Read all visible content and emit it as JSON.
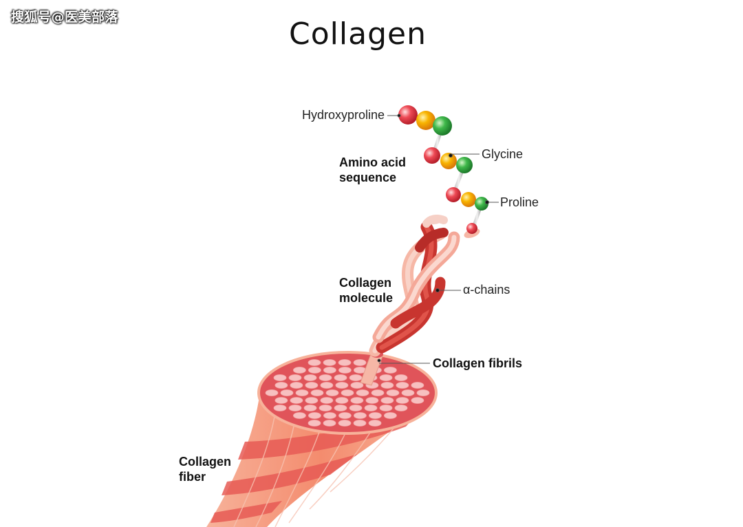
{
  "watermark": "搜狐号@医美部落",
  "title": "Collagen",
  "labels": {
    "hydroxyproline": "Hydroxyproline",
    "glycine": "Glycine",
    "proline": "Proline",
    "amino_acid_sequence": [
      "Amino acid",
      "sequence"
    ],
    "alpha_chains": "α-chains",
    "collagen_molecule": [
      "Collagen",
      "molecule"
    ],
    "collagen_fibrils": "Collagen fibrils",
    "collagen_fiber": [
      "Collagen",
      "fiber"
    ]
  },
  "colors": {
    "hydroxyproline_bead": "#e8323f",
    "glycine_bead": "#f5a800",
    "proline_bead": "#2fa83a",
    "strand_dark": "#c8352f",
    "strand_light": "#f6b7a6",
    "fiber_face": "#e0545a",
    "fiber_body": "#f39a7c"
  }
}
